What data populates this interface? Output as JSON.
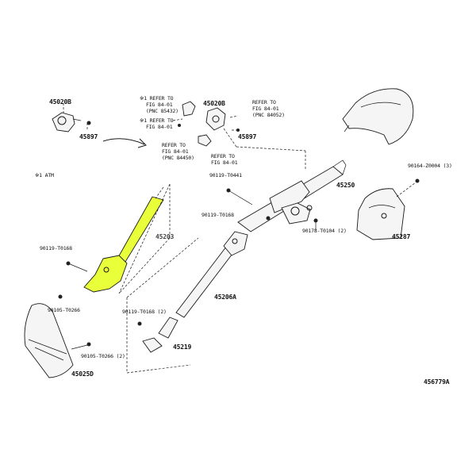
{
  "diagram": {
    "highlight_color": "#e8ff3a",
    "drawing_number": "456779A",
    "labels": {
      "p45020b_left": "45020B",
      "p45897_left": "45897",
      "refer1_a": "※1 REFER TO",
      "refer1_b": "FIG 84-01",
      "refer1_c": "(PNC 85432)",
      "refer2_a": "※1 REFER TO",
      "refer2_b": "FIG 84-01",
      "p45020b_mid": "45020B",
      "refer3_a": "REFER TO",
      "refer3_b": "FIG 84-01",
      "refer3_c": "(PNC 84052)",
      "p45897_mid": "45897",
      "refer4_a": "REFER TO",
      "refer4_b": "FIG 84-01",
      "refer4_c": "(PNC 84450)",
      "refer5_a": "REFER TO",
      "refer5_b": "FIG 84-01",
      "atm_note": "※1 ATM",
      "p90119_t0441": "90119-T0441",
      "p45250": "45250",
      "p90164_z0004": "90164-Z0004 (3)",
      "p90119_t0168_mid": "90119-T0168",
      "p90178_t0104": "90178-T0104 (2)",
      "p45203": "45203",
      "p45287": "45287",
      "p90119_t0168_left": "90119-T0168",
      "p90105_t0266": "90105-T0266",
      "p45206a": "45206A",
      "p90119_t0168_2": "90119-T0168 (2)",
      "p90105_t0266_2": "90105-T0266 (2)",
      "p45219": "45219",
      "p45025d": "45025D"
    }
  }
}
